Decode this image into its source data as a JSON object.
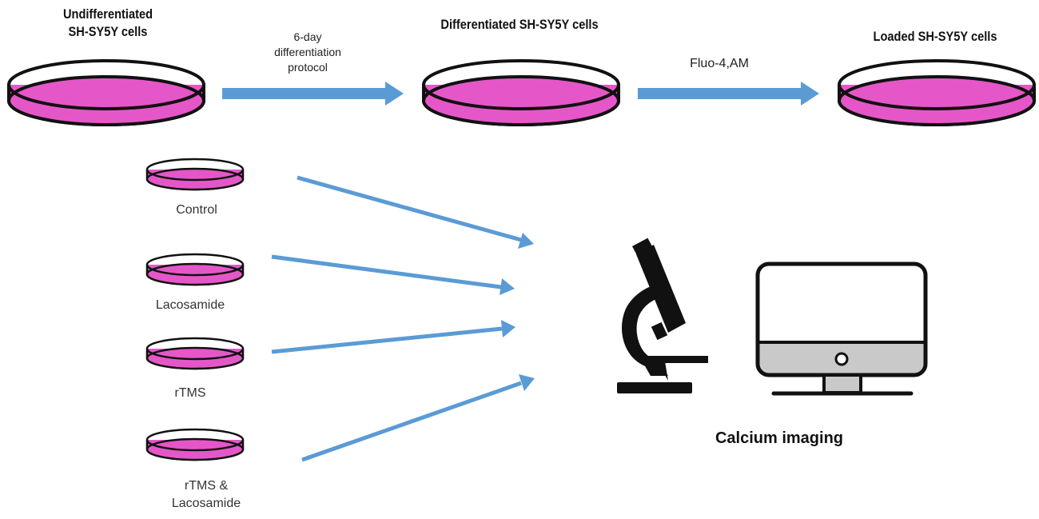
{
  "stages": [
    {
      "label_line1": "Undifferentiated",
      "label_line2": "SH-SY5Y cells"
    },
    {
      "label_line1": "Differentiated SH-SY5Y cells"
    },
    {
      "label_line1": "Loaded SH-SY5Y cells"
    }
  ],
  "transitions": [
    {
      "label_line1": "6-day",
      "label_line2": "differentiation",
      "label_line3": "protocol"
    },
    {
      "label_line1": "Fluo-4,AM"
    }
  ],
  "groups": [
    {
      "label_line1": "Control"
    },
    {
      "label_line1": "Lacosamide"
    },
    {
      "label_line1": "rTMS"
    },
    {
      "label_line1": "rTMS &",
      "label_line2": "Lacosamide"
    }
  ],
  "readout": {
    "label": "Calcium imaging"
  },
  "colors": {
    "medium": "#e557c8",
    "arrow": "#5b9bd5",
    "outline": "#111111",
    "screen_bottom": "#c9c9c9"
  },
  "icons": [
    "petri-dish-icon",
    "microscope-icon",
    "monitor-icon"
  ]
}
